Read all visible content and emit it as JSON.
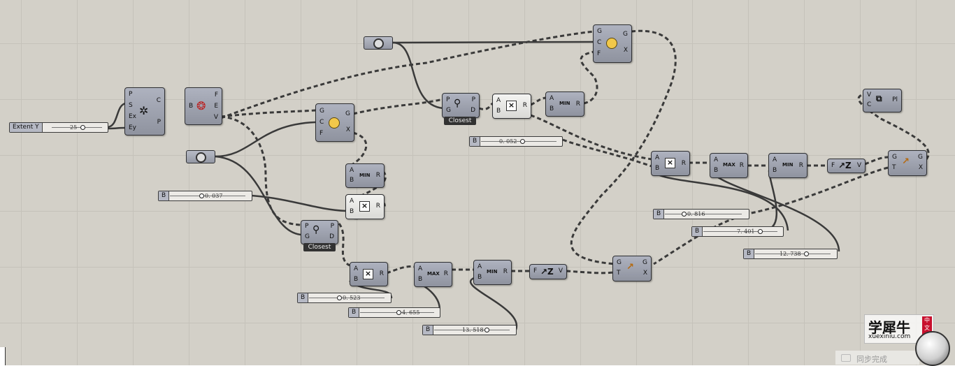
{
  "sliders": [
    {
      "label": "Extent Y",
      "value": "25"
    },
    {
      "label": "B",
      "value": "0. 052"
    },
    {
      "label": "B",
      "value": "0. 037"
    },
    {
      "label": "B",
      "value": "0. 816"
    },
    {
      "label": "B",
      "value": "7. 401"
    },
    {
      "label": "B",
      "value": "12. 738"
    },
    {
      "label": "B",
      "value": "0. 523"
    },
    {
      "label": "B",
      "value": "4. 655"
    },
    {
      "label": "B",
      "value": "13. 518"
    }
  ],
  "tags": {
    "closest_top": "Closest",
    "closest_mid": "Closest"
  },
  "components": {
    "rect": {
      "inputs": [
        "P",
        "S",
        "Ex",
        "Ey"
      ],
      "outputs": [
        "C",
        "P"
      ]
    },
    "brep": {
      "inputs": [
        "B"
      ],
      "outputs": [
        "F",
        "E",
        "V"
      ]
    },
    "cp_top": {
      "inputs": [
        "G",
        "C",
        "F"
      ],
      "outputs": [
        "G",
        "X"
      ]
    },
    "cp_mid": {
      "inputs": [
        "G",
        "C",
        "F"
      ],
      "outputs": [
        "G",
        "X"
      ]
    },
    "closest_top": {
      "inputs": [
        "P",
        "G"
      ],
      "outputs": [
        "P",
        "D"
      ]
    },
    "closest_mid": {
      "inputs": [
        "P",
        "G"
      ],
      "outputs": [
        "P",
        "D"
      ]
    },
    "mult_top": {
      "inputs": [
        "A",
        "B"
      ],
      "outputs": [
        "R"
      ]
    },
    "min_top": {
      "label": "MIN",
      "inputs": [
        "A",
        "B"
      ],
      "outputs": [
        "R"
      ]
    },
    "min_mid": {
      "label": "MIN",
      "inputs": [
        "A",
        "B"
      ],
      "outputs": [
        "R"
      ]
    },
    "mult_mid": {
      "inputs": [
        "A",
        "B"
      ],
      "outputs": [
        "R"
      ]
    },
    "mult_right": {
      "inputs": [
        "A",
        "B"
      ],
      "outputs": [
        "R"
      ]
    },
    "max_right": {
      "label": "MAX",
      "inputs": [
        "A",
        "B"
      ],
      "outputs": [
        "R"
      ]
    },
    "min_right": {
      "label": "MIN",
      "inputs": [
        "A",
        "B"
      ],
      "outputs": [
        "R"
      ]
    },
    "vec_right": {
      "inputs": [
        "F"
      ],
      "outputs": [
        "V"
      ]
    },
    "move_right": {
      "inputs": [
        "G",
        "T"
      ],
      "outputs": [
        "G",
        "X"
      ]
    },
    "plane_right": {
      "inputs": [
        "V",
        "C"
      ],
      "outputs": [
        "Pl"
      ]
    },
    "mult_bot": {
      "inputs": [
        "A",
        "B"
      ],
      "outputs": [
        "R"
      ]
    },
    "max_bot": {
      "label": "MAX",
      "inputs": [
        "A",
        "B"
      ],
      "outputs": [
        "R"
      ]
    },
    "min_bot": {
      "label": "MIN",
      "inputs": [
        "A",
        "B"
      ],
      "outputs": [
        "R"
      ]
    },
    "vec_bot": {
      "inputs": [
        "F"
      ],
      "outputs": [
        "V"
      ]
    },
    "move_bot": {
      "inputs": [
        "G",
        "T"
      ],
      "outputs": [
        "G",
        "X"
      ]
    }
  },
  "watermark": {
    "brand": "学犀牛",
    "url": "xuexiniu.com",
    "badge": "中文网",
    "sync": "同步完成"
  }
}
